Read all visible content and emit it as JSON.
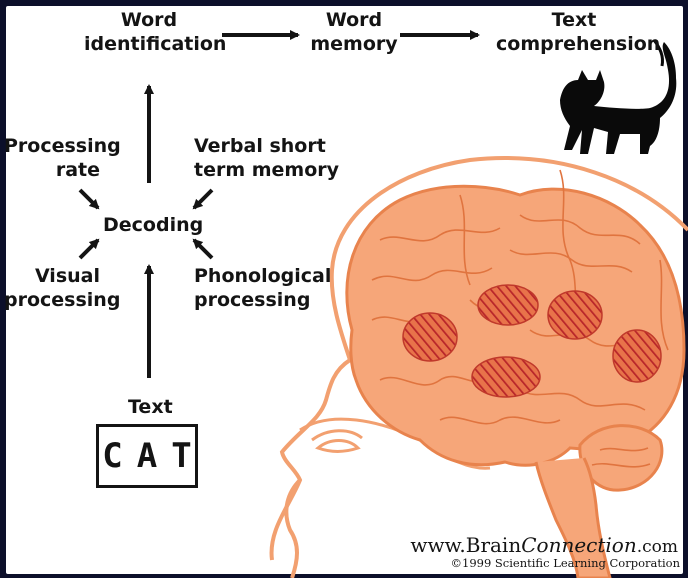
{
  "flow": {
    "word_identification": [
      "Word",
      "identification"
    ],
    "word_memory": [
      "Word",
      "memory"
    ],
    "text_comprehension": [
      "Text",
      "comprehension"
    ],
    "decoding": "Decoding",
    "processing_rate": [
      "Processing",
      "rate"
    ],
    "verbal_short_term_memory": [
      "Verbal short",
      "term memory"
    ],
    "visual_processing": [
      "Visual",
      "processing"
    ],
    "phonological_processing": [
      "Phonological",
      "processing"
    ],
    "text_label": "Text",
    "cat_word": "CAT"
  },
  "credit": {
    "site_prefix": "www.Brain",
    "site_italic": "Connection",
    "site_suffix": ".com",
    "copyright": "©1999 Scientific Learning Corporation"
  },
  "colors": {
    "background": "#0c0f2a",
    "panel": "#ffffff",
    "ink": "#141414",
    "brain_fill": "#f6a679",
    "brain_outline": "#e8834d",
    "head_outline": "#f2a070",
    "hatch": "#c0392b",
    "cat": "#0a0a0a"
  }
}
